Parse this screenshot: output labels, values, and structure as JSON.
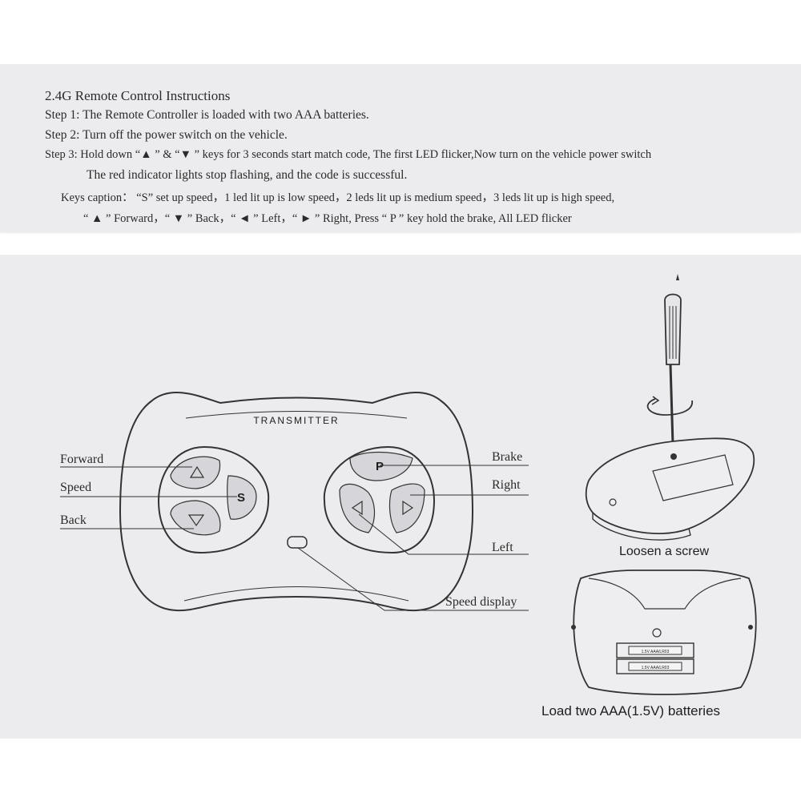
{
  "instructions": {
    "title": "2.4G Remote Control Instructions",
    "step1": "Step 1: The Remote Controller is loaded with two AAA batteries.",
    "step2": "Step 2: Turn off the power switch on the vehicle.",
    "step3": "Step 3: Hold down “▲ ” & “▼ ” keys for 3 seconds  start match code, The first LED flicker,Now turn on the vehicle power switch",
    "step3_cont": "The red indicator lights stop flashing, and the code is successful.",
    "keys_caption": "Keys caption： “S” set up speed，1 led lit up is low speed，2 leds lit up is medium speed，3 leds lit up is high speed,",
    "keys_caption_cont": "“ ▲ ” Forward，“ ▼ ” Back，“ ◄ ” Left，“ ► ” Right, Press “ P ” key hold the brake, All LED flicker"
  },
  "remote": {
    "brand": "TRANSMITTER",
    "button_s": "S",
    "button_p": "P",
    "labels": {
      "forward": "Forward",
      "speed": "Speed",
      "back": "Back",
      "brake": "Brake",
      "right": "Right",
      "left": "Left",
      "speed_display": "Speed display"
    }
  },
  "side_diagrams": {
    "loosen_caption": "Loosen a screw",
    "battery_caption": "Load two AAA(1.5V) batteries",
    "battery_label": "1.5V AAA/LR03"
  },
  "colors": {
    "paper": "#ecebed",
    "ink": "#2b2b2b",
    "button_fill": "#d6d6da"
  }
}
